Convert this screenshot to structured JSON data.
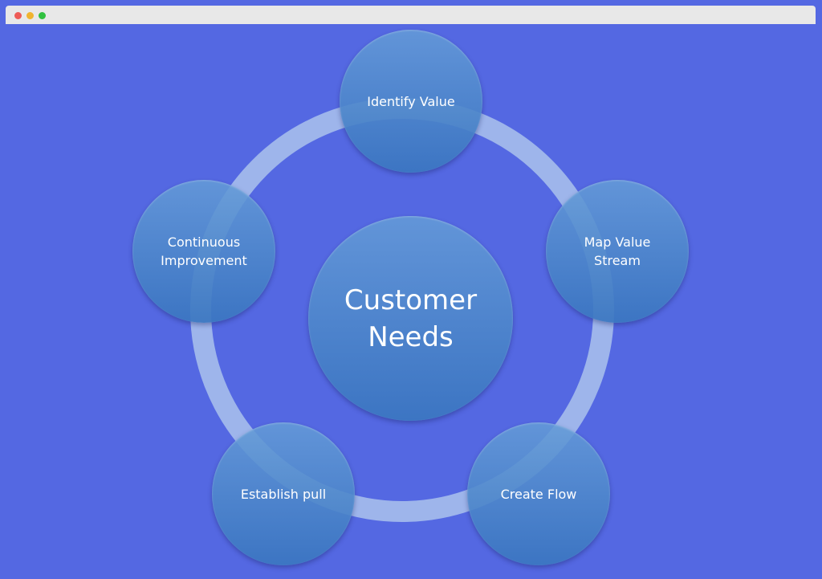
{
  "window": {
    "controls": [
      "close",
      "minimize",
      "maximize"
    ]
  },
  "diagram": {
    "center": "Customer\nNeeds",
    "nodes": [
      {
        "id": "identify-value",
        "label": "Identify Value"
      },
      {
        "id": "map-value-stream",
        "label": "Map Value\nStream"
      },
      {
        "id": "create-flow",
        "label": "Create Flow"
      },
      {
        "id": "establish-pull",
        "label": "Establish pull"
      },
      {
        "id": "continuous-improvement",
        "label": "Continuous\nImprovement"
      }
    ],
    "colors": {
      "background": "#5468e2",
      "node_fill": "#4d87cc",
      "ring": "#bed6f0",
      "text": "#ffffff"
    }
  }
}
